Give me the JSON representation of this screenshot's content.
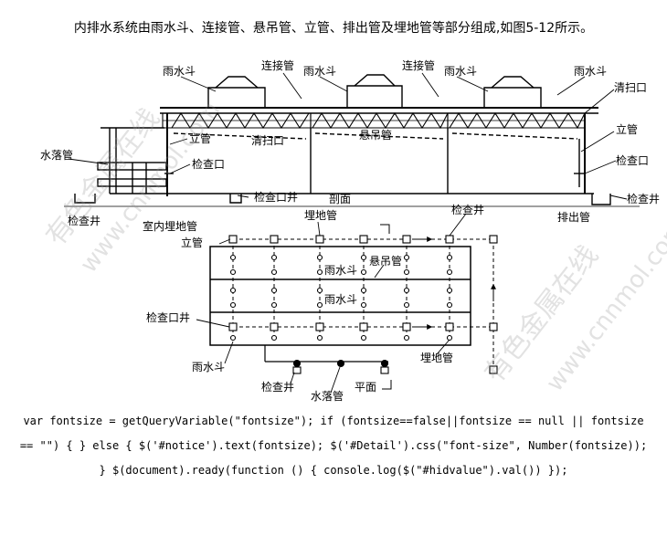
{
  "caption": "内排水系统由雨水斗、连接管、悬吊管、立管、排出管及埋地管等部分组成,如图5-12所示。",
  "labels": {
    "rain_hopper": "雨水斗",
    "connect_pipe": "连接管",
    "cleanout": "清扫口",
    "riser": "立管",
    "hanging_pipe": "悬吊管",
    "downspout": "水落管",
    "inspection_port": "检查口",
    "inspection_well": "检查井",
    "inspection_port_well": "检查口井",
    "indoor_buried_pipe": "室内埋地管",
    "outlet_pipe": "排出管",
    "buried_pipe": "埋地管",
    "section": "剖面",
    "plan": "平面"
  },
  "watermarks": [
    "有色金属在线",
    "www.cnnmol.com",
    "有色金属在线",
    "www.cnnmol.com"
  ],
  "code_text": "var fontsize = getQueryVariable(\"fontsize\"); if (fontsize==false||fontsize == null || fontsize == \"\") { } else { $('#notice').text(fontsize); $('#Detail').css(\"font-size\", Number(fontsize)); } $(document).ready(function () { console.log($(\"#hidvalue\").val()) });"
}
